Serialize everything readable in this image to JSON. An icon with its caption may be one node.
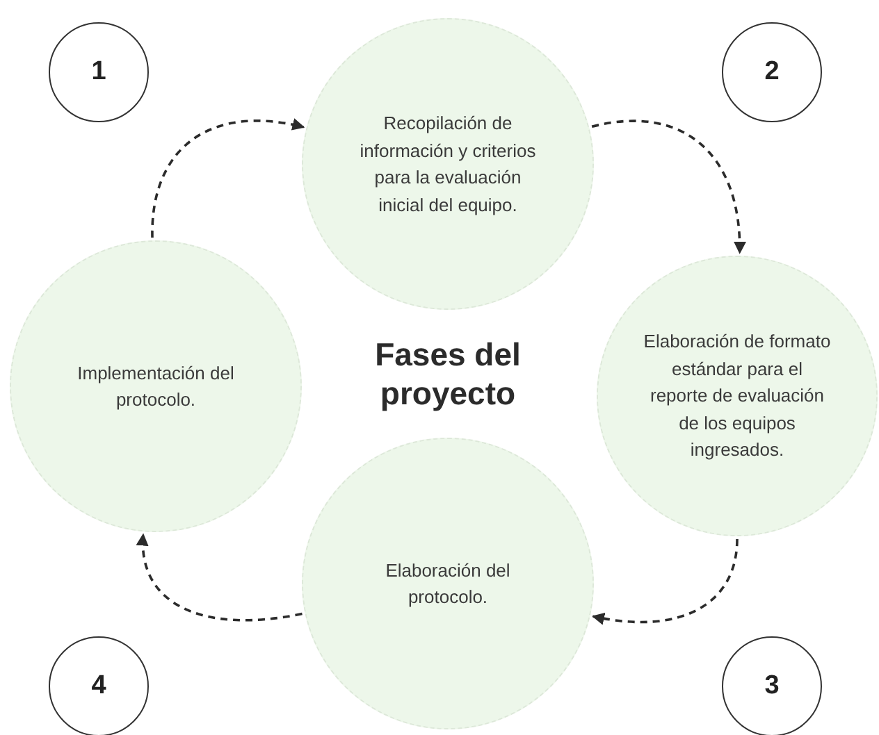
{
  "diagram": {
    "title": "Fases del proyecto",
    "nodes": [
      {
        "text": [
          "1"
        ]
      },
      {
        "text": [
          "Recopilación de información y criterios para la evaluación inicial del equipo."
        ]
      },
      {
        "text": [
          "2"
        ]
      },
      {
        "text": [
          "Implementación del protocolo."
        ]
      },
      {
        "text": [
          "Elaboración de formato estándar para el reporte de evaluación de los equipos ingresados."
        ]
      },
      {
        "text": [
          "Elaboración del protocolo."
        ]
      },
      {
        "text": [
          "4"
        ]
      },
      {
        "text": [
          "3"
        ]
      }
    ],
    "edges": [
      {
        "from": 3,
        "to": 1,
        "arrow": "to",
        "style": "dashed"
      },
      {
        "from": 1,
        "to": 4,
        "arrow": "to",
        "style": "dashed"
      },
      {
        "from": 4,
        "to": 5,
        "arrow": "to",
        "style": "dashed"
      },
      {
        "from": 5,
        "to": 3,
        "arrow": "to",
        "style": "dashed"
      }
    ]
  }
}
